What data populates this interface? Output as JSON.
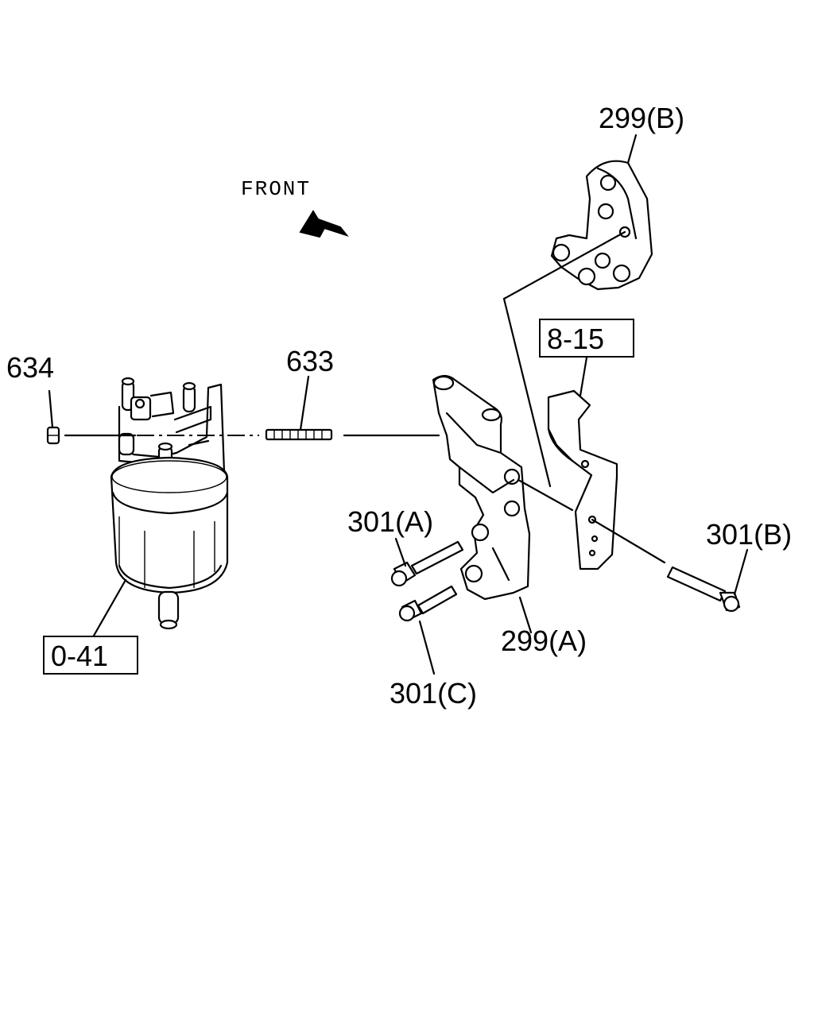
{
  "orientation": {
    "front_label": "FRONT",
    "arrow_icon": "front-direction-arrow-icon"
  },
  "callouts": {
    "p299b": "299(B)",
    "p8_15": "8-15",
    "p634": "634",
    "p633": "633",
    "p301a": "301(A)",
    "p301b": "301(B)",
    "p299a": "299(A)",
    "p0_41": "0-41",
    "p301c": "301(C)"
  },
  "parts": [
    {
      "name": "fuel-filter-icon"
    },
    {
      "name": "upper-bracket-icon"
    },
    {
      "name": "lower-bracket-icon"
    },
    {
      "name": "mounting-plate-icon"
    },
    {
      "name": "bolt-icon"
    },
    {
      "name": "spacer-icon"
    },
    {
      "name": "nut-icon"
    }
  ]
}
